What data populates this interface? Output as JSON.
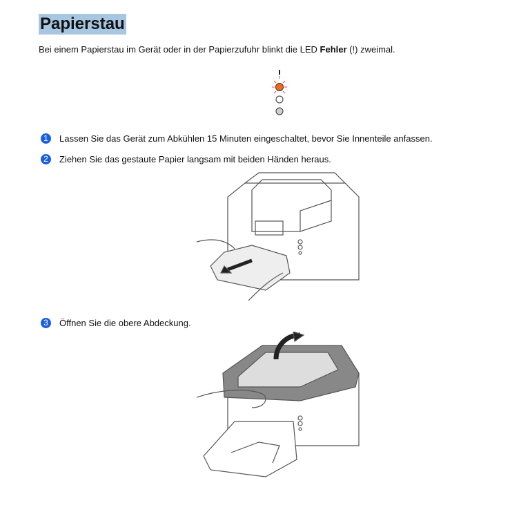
{
  "title": "Papierstau",
  "intro": {
    "before": "Bei einem Papierstau im Gerät oder in der Papierzufuhr blinkt die LED ",
    "bold": "Fehler",
    "symbol": " (!) ",
    "after": "zweimal."
  },
  "led_colors": {
    "error": "#f06a1a",
    "off": "#d0d0d0"
  },
  "steps": [
    {
      "num": "1",
      "text": "Lassen Sie das Gerät zum Abkühlen 15 Minuten eingeschaltet, bevor Sie Innenteile anfassen."
    },
    {
      "num": "2",
      "text": "Ziehen Sie das gestaute Papier langsam mit beiden Händen heraus."
    },
    {
      "num": "3",
      "text": "Öffnen Sie die obere Abdeckung."
    }
  ]
}
